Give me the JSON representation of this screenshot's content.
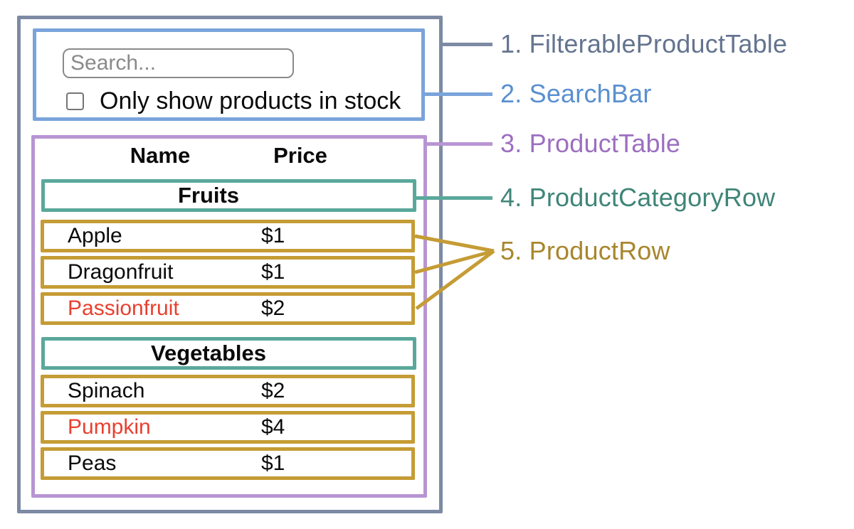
{
  "search_bar": {
    "placeholder": "Search...",
    "checkbox_label": "Only show products in stock",
    "checkbox_checked": false
  },
  "table": {
    "header": {
      "name": "Name",
      "price": "Price"
    },
    "sections": [
      {
        "category": "Fruits",
        "rows": [
          {
            "name": "Apple",
            "price": "$1",
            "name_color": "#0a0a0a"
          },
          {
            "name": "Dragonfruit",
            "price": "$1",
            "name_color": "#0a0a0a"
          },
          {
            "name": "Passionfruit",
            "price": "$2",
            "name_color": "#e8402f"
          }
        ]
      },
      {
        "category": "Vegetables",
        "rows": [
          {
            "name": "Spinach",
            "price": "$2",
            "name_color": "#0a0a0a"
          },
          {
            "name": "Pumpkin",
            "price": "$4",
            "name_color": "#e8402f"
          },
          {
            "name": "Peas",
            "price": "$1",
            "name_color": "#0a0a0a"
          }
        ]
      }
    ]
  },
  "annotations": [
    {
      "text": "1. FilterableProductTable",
      "color": "#64748f"
    },
    {
      "text": "2. SearchBar",
      "color": "#5a8fd0"
    },
    {
      "text": "3. ProductTable",
      "color": "#9c6fc0"
    },
    {
      "text": "4. ProductCategoryRow",
      "color": "#3f8578"
    },
    {
      "text": "5. ProductRow",
      "color": "#a8862d"
    }
  ],
  "colors": {
    "filterable_product_table_border": "#7d8aa3",
    "search_bar_border": "#7aa4da",
    "product_table_border": "#b795d2",
    "product_category_row_border": "#5aa89b",
    "product_row_border": "#c59c35",
    "out_of_stock_text": "#e8402f"
  }
}
